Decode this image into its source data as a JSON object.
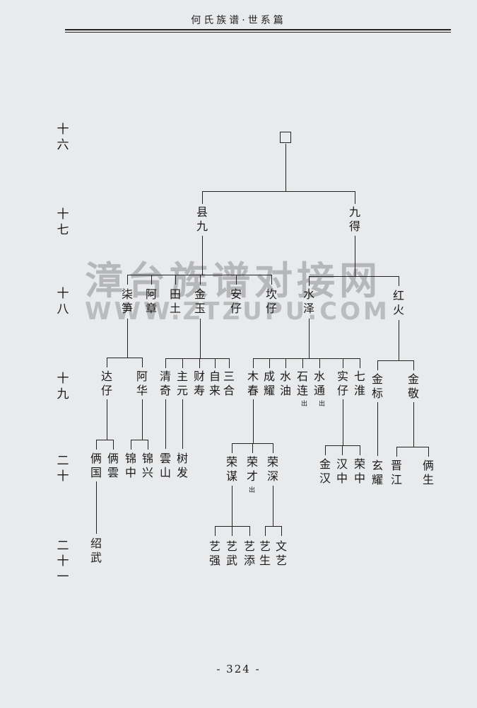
{
  "header": {
    "title": "何氏族谱·世系篇"
  },
  "generations": [
    "十六",
    "十七",
    "十八",
    "十九",
    "二十",
    "二十一"
  ],
  "watermark": {
    "cn": "漳台族谱对接网",
    "en": "WWW.ZTZUPU.COM"
  },
  "page_number": "- 324 -",
  "tree": {
    "root": "□",
    "g17": [
      "县九",
      "九得"
    ],
    "g18": [
      "柒笋",
      "阿章",
      "田土",
      "金玉",
      "安仔",
      "坎仔",
      "水泽",
      "红火"
    ],
    "g19": [
      "达仔",
      "阿华",
      "清奇",
      "主元",
      "财寿",
      "自来",
      "三合",
      "木春",
      "成耀",
      "水油",
      "石连",
      "水通",
      "实仔",
      "七淮",
      "金标",
      "金敬"
    ],
    "g20": [
      "俩国",
      "俩雲",
      "锦中",
      "锦兴",
      "雲山",
      "树发",
      "荣谋",
      "荣才",
      "荣深",
      "金汉",
      "汉中",
      "荣中",
      "玄耀",
      "晋江",
      "俩生"
    ],
    "g21": [
      "绍武",
      "艺强",
      "艺武",
      "艺添",
      "艺生",
      "文艺"
    ],
    "out_mark": "出"
  }
}
